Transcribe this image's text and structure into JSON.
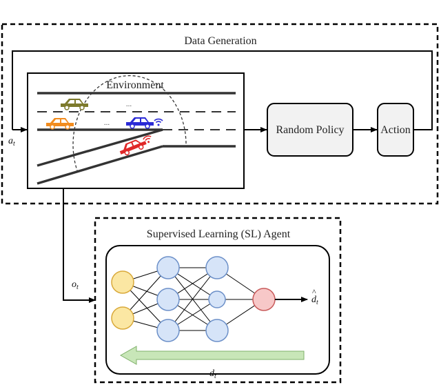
{
  "data_generation": {
    "title": "Data Generation"
  },
  "environment": {
    "title": "Environment",
    "dots": "..."
  },
  "random_policy": {
    "label": "Random Policy"
  },
  "action": {
    "label": "Action"
  },
  "sl_agent": {
    "title": "Supervised Learning (SL) Agent"
  },
  "signals": {
    "a_base": "a",
    "a_sub": "t",
    "o_base": "o",
    "o_sub": "t",
    "dhat_base": "d",
    "dhat_accent": "^",
    "dhat_sub": "t",
    "d_base": "d",
    "d_sub": "t"
  },
  "colors": {
    "car_olive": "#7d7a2c",
    "car_orange": "#f28c1e",
    "car_blue": "#2a2ad6",
    "car_red": "#e02828",
    "input_node": "#fbe7a3",
    "hidden_node": "#d6e4f8",
    "output_node": "#f7c8c8",
    "arrow_green": "#c8e6b8",
    "box_fill": "#f2f2f2"
  }
}
